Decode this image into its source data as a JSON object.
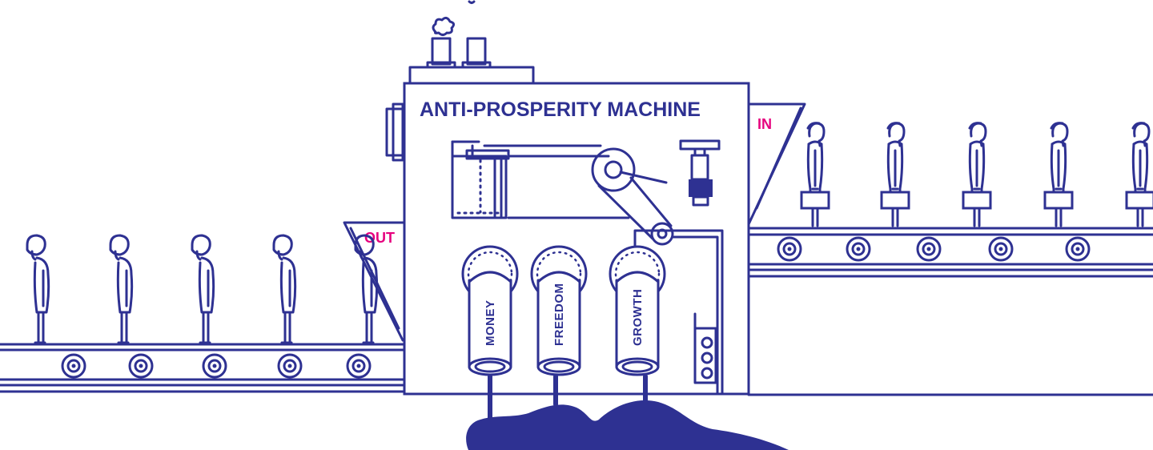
{
  "machine": {
    "title": "ANTI-PROSPERITY MACHINE",
    "in_label": "IN",
    "out_label": "OUT"
  },
  "pipes": [
    {
      "label": "MONEY"
    },
    {
      "label": "FREEDOM"
    },
    {
      "label": "GROWTH"
    }
  ],
  "people_in_count": 5,
  "people_out_count": 5,
  "colors": {
    "line": "#2e3192",
    "accent": "#e6007e",
    "background": "#ffffff"
  }
}
